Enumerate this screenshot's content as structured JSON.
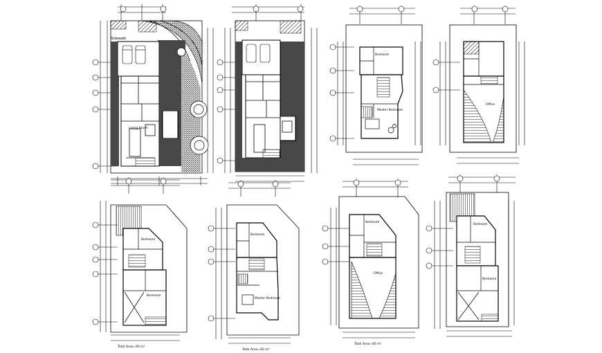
{
  "drawing": {
    "captions": {
      "plan_5": "Total Area=60 m²",
      "plan_6": "Total Area=83 m²",
      "plan_7": "Total Area=60 m²"
    },
    "room_labels": {
      "sidewalk": "Sidewalk",
      "bedroom": "Bedroom",
      "master_bedroom": "Master Bedroom",
      "living_room": "Living Room",
      "office": "Office"
    }
  }
}
